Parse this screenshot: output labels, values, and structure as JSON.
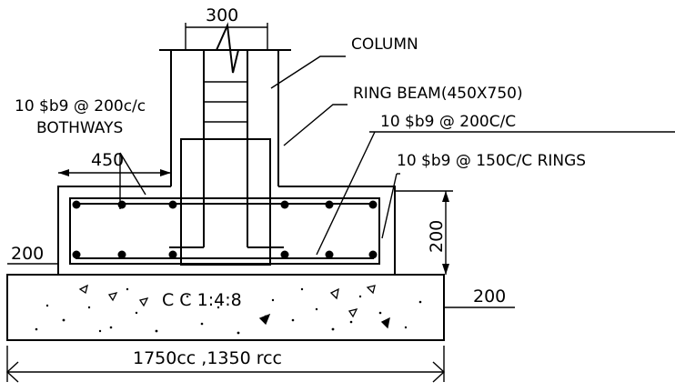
{
  "labels": {
    "column_width": "300",
    "column": "COLUMN",
    "ring_beam": "RING BEAM(450X750)",
    "bothways_line1": "10 $b9 @ 200c/c",
    "bothways_line2": "BOTHWAYS",
    "rebar_top": "10 $b9 @ 200C/C",
    "rebar_rings": "10 $b9 @ 150C/C RINGS",
    "offset": "450",
    "beam_height": "200",
    "pcc_left": "200",
    "pcc_right": "200",
    "pcc_mix": "C C 1:4:8",
    "base_width": "1750cc ,1350 rcc"
  },
  "colors": {
    "line": "#000000",
    "background": "#ffffff"
  }
}
